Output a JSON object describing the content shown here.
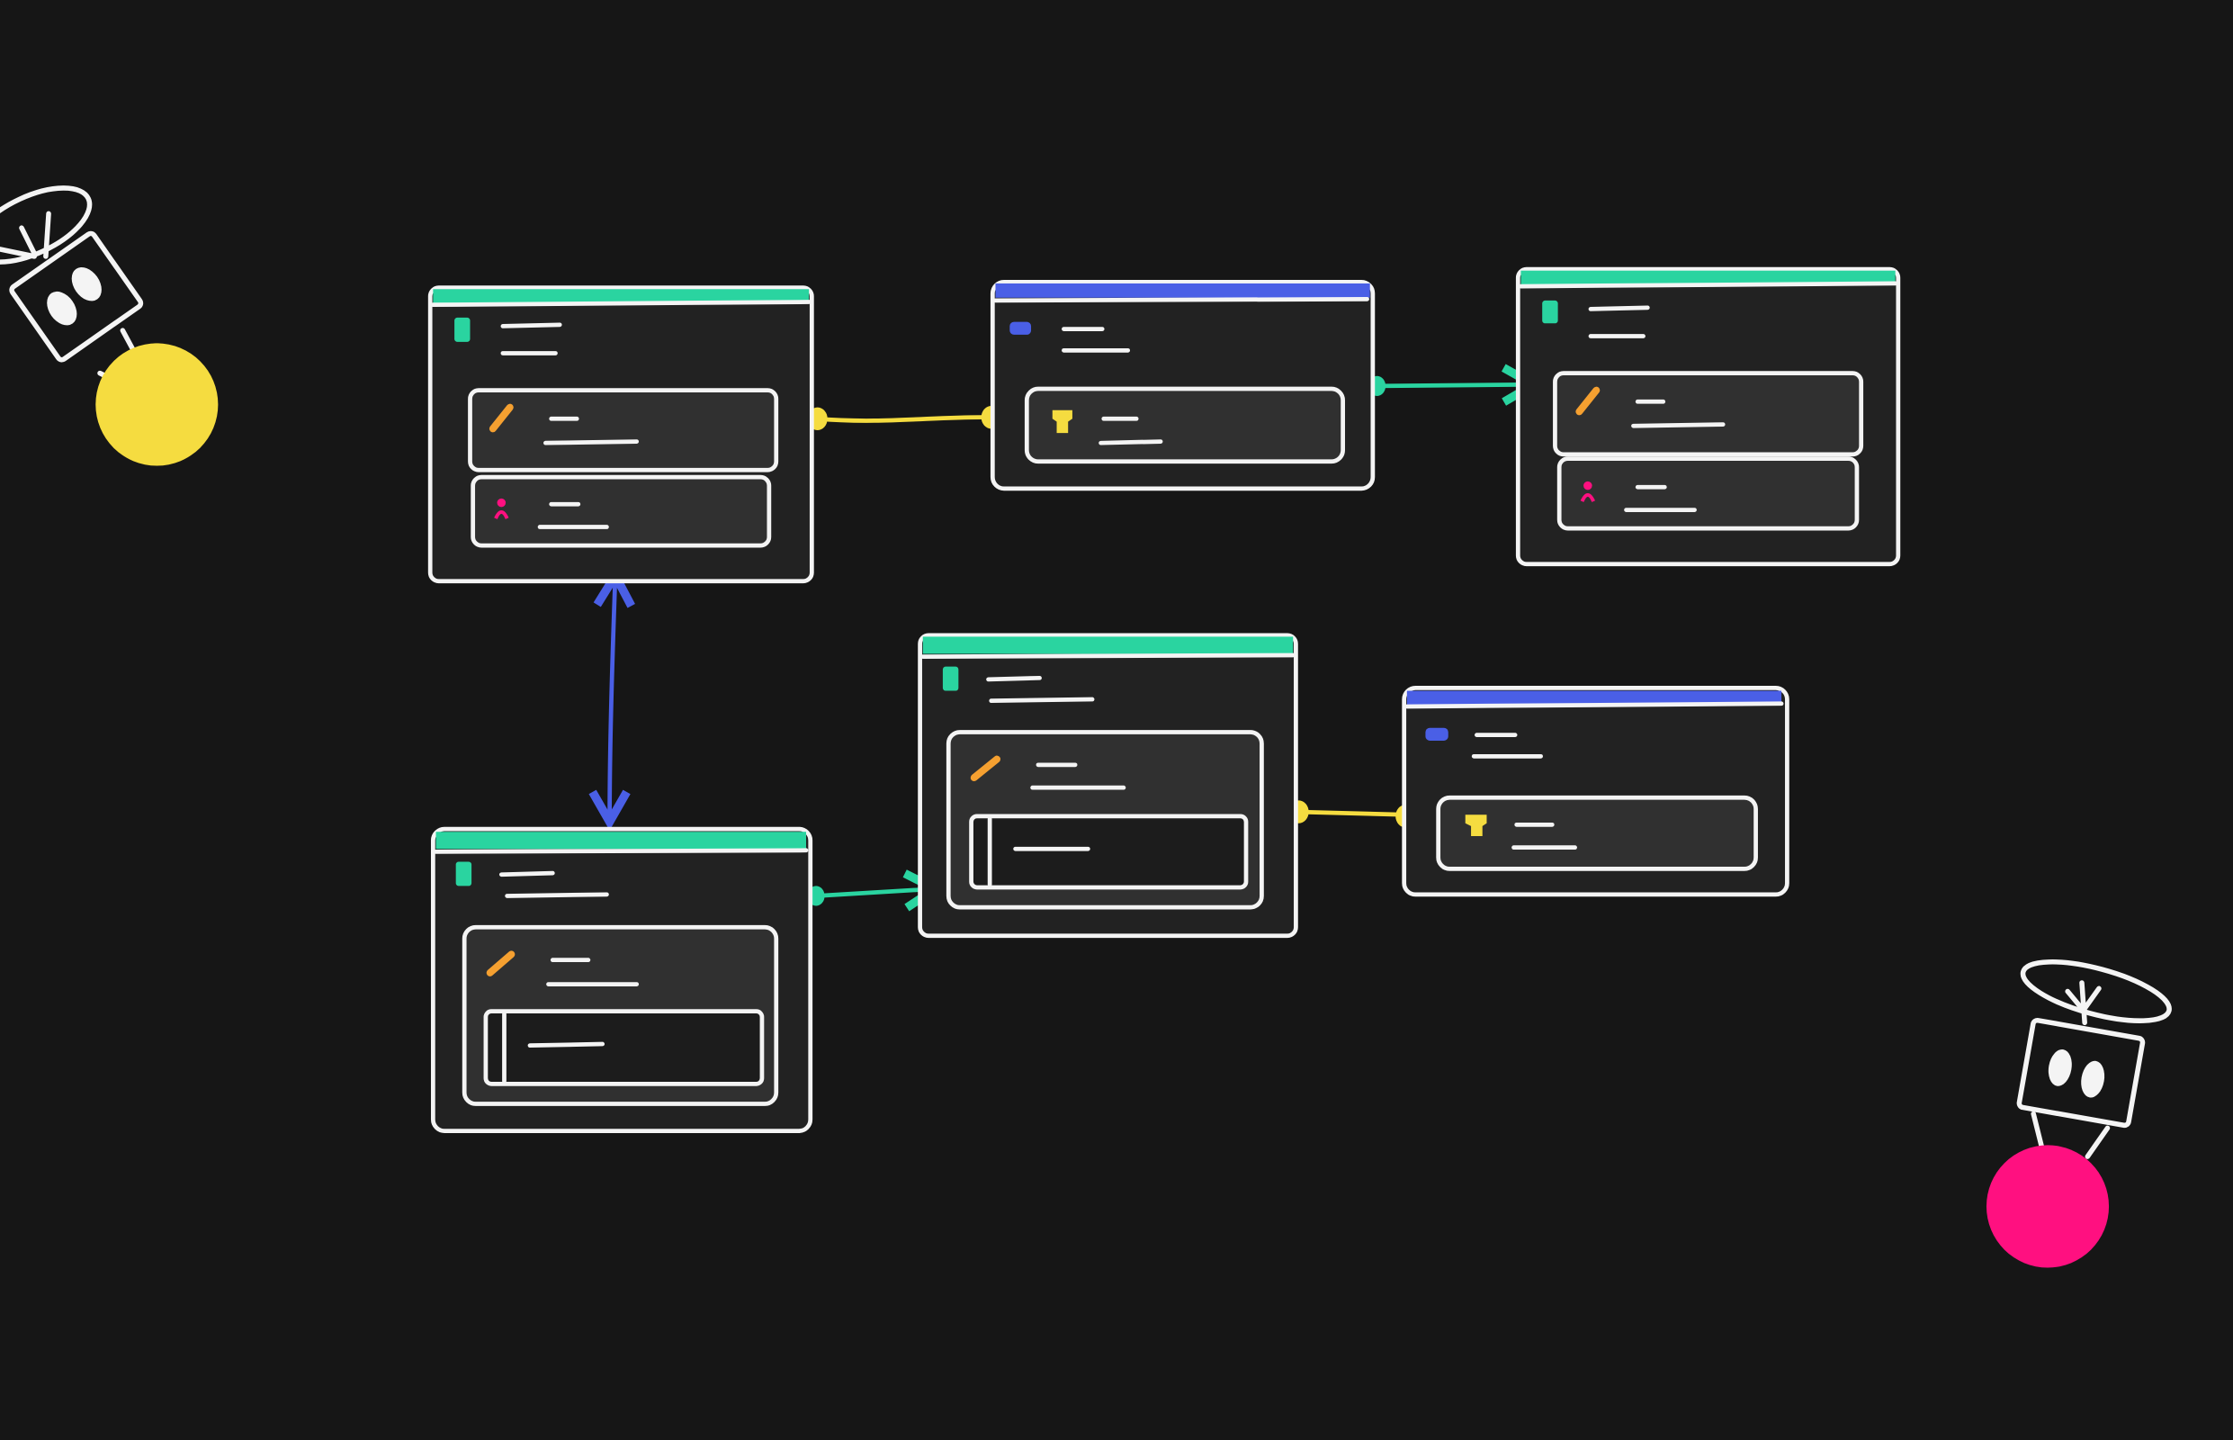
{
  "colors": {
    "background": "#161616",
    "card": "#222222",
    "row": "#303030",
    "outline": "#f4f4f4",
    "green": "#2ad4a0",
    "blue": "#4a5fe6",
    "yellow": "#f5dc40",
    "pink": "#ff1080",
    "orange": "#f5a030"
  },
  "nodes": [
    {
      "id": "node-a",
      "header": "green",
      "icon": "database-icon",
      "rows": [
        "link-icon",
        "person-icon"
      ]
    },
    {
      "id": "node-b",
      "header": "blue",
      "icon": "minus-pill-icon",
      "rows": [
        "filter-icon"
      ]
    },
    {
      "id": "node-c",
      "header": "green",
      "icon": "database-icon",
      "rows": [
        "link-icon",
        "person-icon"
      ]
    },
    {
      "id": "node-d",
      "header": "green",
      "icon": "database-icon",
      "rows": [
        "link-icon"
      ],
      "nested": true
    },
    {
      "id": "node-e",
      "header": "blue",
      "icon": "minus-pill-icon",
      "rows": [
        "filter-icon"
      ]
    },
    {
      "id": "node-f",
      "header": "green",
      "icon": "database-icon",
      "rows": [
        "link-icon"
      ],
      "nested": true
    }
  ],
  "connectors": [
    {
      "from": "node-a",
      "to": "node-b",
      "color": "yellow",
      "style": "dots"
    },
    {
      "from": "node-b",
      "to": "node-c",
      "color": "green",
      "style": "arrow"
    },
    {
      "from": "node-a",
      "to": "node-f",
      "color": "blue",
      "style": "double-arrow"
    },
    {
      "from": "node-f",
      "to": "node-d",
      "color": "green",
      "style": "arrow"
    },
    {
      "from": "node-d",
      "to": "node-e",
      "color": "yellow",
      "style": "dots"
    }
  ],
  "mascots": [
    {
      "id": "robot-left",
      "ball": "yellow"
    },
    {
      "id": "robot-right",
      "ball": "pink"
    }
  ]
}
